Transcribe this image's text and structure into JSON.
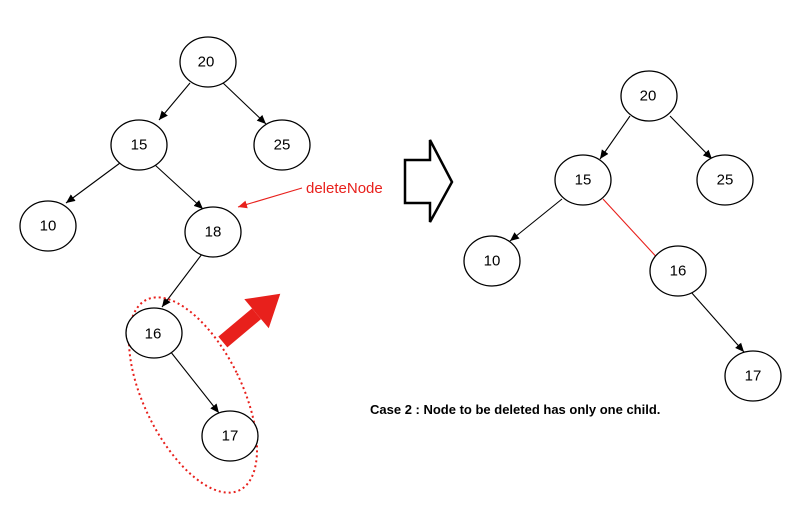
{
  "colors": {
    "accent": "#e8201c",
    "node_stroke": "#000000",
    "background": "#ffffff"
  },
  "before_tree": {
    "nodes": {
      "n20": "20",
      "n15": "15",
      "n25": "25",
      "n10": "10",
      "n18": "18",
      "n16": "16",
      "n17": "17"
    },
    "delete_label": "deleteNode"
  },
  "after_tree": {
    "nodes": {
      "n20": "20",
      "n15": "15",
      "n25": "25",
      "n10": "10",
      "n16": "16",
      "n17": "17"
    }
  },
  "caption": "Case 2 : Node to be deleted has only one child.",
  "icons": {
    "transform_arrow": "hollow-right-arrow-icon",
    "move_arrow": "red-diagonal-arrow-icon"
  }
}
